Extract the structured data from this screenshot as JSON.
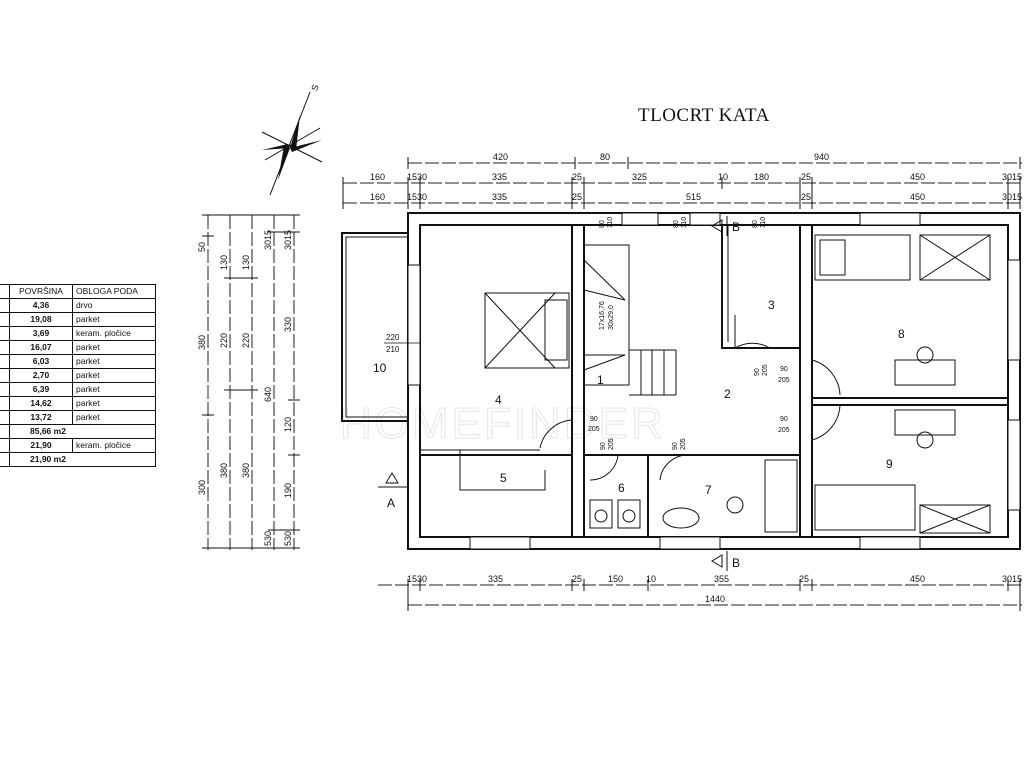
{
  "title": "TLOCRT KATA",
  "north_label": "S",
  "watermark": "HOMEFINDER",
  "table": {
    "headers": [
      "POVRŠINA",
      "OBLOGA PODA"
    ],
    "rows": [
      {
        "area": "4,36",
        "floor": "drvo"
      },
      {
        "area": "19,08",
        "floor": "parket"
      },
      {
        "area": "3,69",
        "floor": "keram. pločice"
      },
      {
        "area": "16,07",
        "floor": "parket"
      },
      {
        "area": "6,03",
        "floor": "parket"
      },
      {
        "area": "2,70",
        "floor": "parket"
      },
      {
        "area": "6,39",
        "floor": "parket"
      },
      {
        "area": "14,62",
        "floor": "parket"
      },
      {
        "area": "13,72",
        "floor": "parket"
      }
    ],
    "total": "85,66 m2",
    "balcony": {
      "area": "21,90",
      "floor": "keram. pločice"
    },
    "balcony_total": "21,90 m2"
  },
  "rooms": [
    "1",
    "2",
    "3",
    "4",
    "5",
    "6",
    "7",
    "8",
    "9",
    "10"
  ],
  "section_a": "A",
  "section_b": "B",
  "dims": {
    "top1": [
      "420",
      "80",
      "940"
    ],
    "top2": [
      "160",
      "1530",
      "335",
      "25",
      "325",
      "10",
      "180",
      "25",
      "450",
      "3015"
    ],
    "top3": [
      "160",
      "1530",
      "335",
      "25",
      "515",
      "25",
      "450",
      "3015"
    ],
    "left1": [
      "50",
      "380",
      "300"
    ],
    "left2": [
      "130",
      "220",
      "380"
    ],
    "left3": [
      "130",
      "220",
      "380"
    ],
    "left4": [
      "3015",
      "640",
      "530"
    ],
    "left5": [
      "3015",
      "330",
      "120",
      "190",
      "530"
    ],
    "bottom1": [
      "1530",
      "335",
      "25",
      "150",
      "10",
      "355",
      "25",
      "450",
      "3015"
    ],
    "bottom2": [
      "1440"
    ]
  },
  "openings": {
    "window": [
      "80",
      "110"
    ],
    "door": [
      "90",
      "205"
    ],
    "balcony_door": [
      "220",
      "210"
    ],
    "stair": [
      "17x16,76",
      "30x29,0"
    ]
  }
}
